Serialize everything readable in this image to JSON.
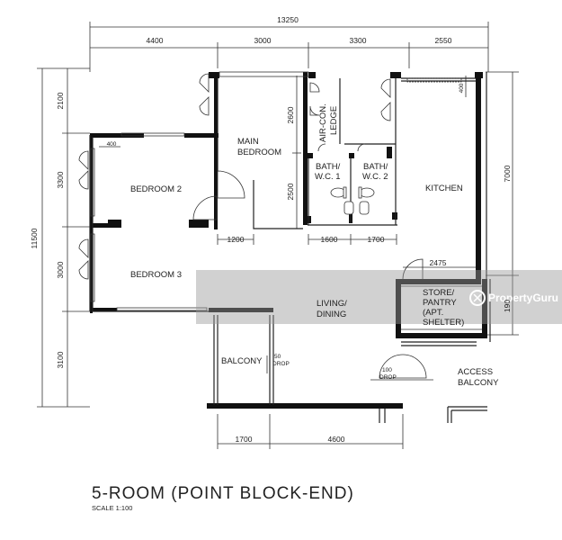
{
  "plan": {
    "title": "5-ROOM (POINT BLOCK-END)",
    "scale": "SCALE 1:100",
    "watermark": "PropertyGuru",
    "rooms": {
      "main_bedroom": [
        "MAIN",
        "BEDROOM"
      ],
      "bedroom2": "BEDROOM 2",
      "bedroom3": "BEDROOM 3",
      "air_con_ledge": [
        "AIR-CON.",
        "LEDGE"
      ],
      "bath1": [
        "BATH/",
        "W.C. 1"
      ],
      "bath2": [
        "BATH/",
        "W.C. 2"
      ],
      "kitchen": "KITCHEN",
      "living_dining": [
        "LIVING/",
        "DINING"
      ],
      "store": [
        "STORE/",
        "PANTRY",
        "(APT.",
        "SHELTER)"
      ],
      "balcony": "BALCONY",
      "access_balcony": [
        "ACCESS",
        "BALCONY"
      ]
    },
    "drops": {
      "balcony_drop": [
        "50",
        "DROP"
      ],
      "door_drop": [
        "100",
        "DROP"
      ]
    },
    "dimensions": {
      "overall_width": "13250",
      "top": [
        "4400",
        "3000",
        "3300",
        "2550"
      ],
      "overall_height": "11500",
      "left": [
        "2100",
        "3300",
        "3000",
        "3100"
      ],
      "right": "7000",
      "right_small": "190",
      "kitchen_400": "400",
      "bedroom_400": "400",
      "main_bed_2600": "2600",
      "main_bed_2500": "2500",
      "door_1200": "1200",
      "bath_1600": "1600",
      "bath_1700": "1700",
      "store_2475": "2475",
      "bottom": [
        "1700",
        "4600"
      ]
    },
    "colors": {
      "wall": "#111111",
      "line": "#333333",
      "watermark_band": "#9a9a9a"
    }
  }
}
